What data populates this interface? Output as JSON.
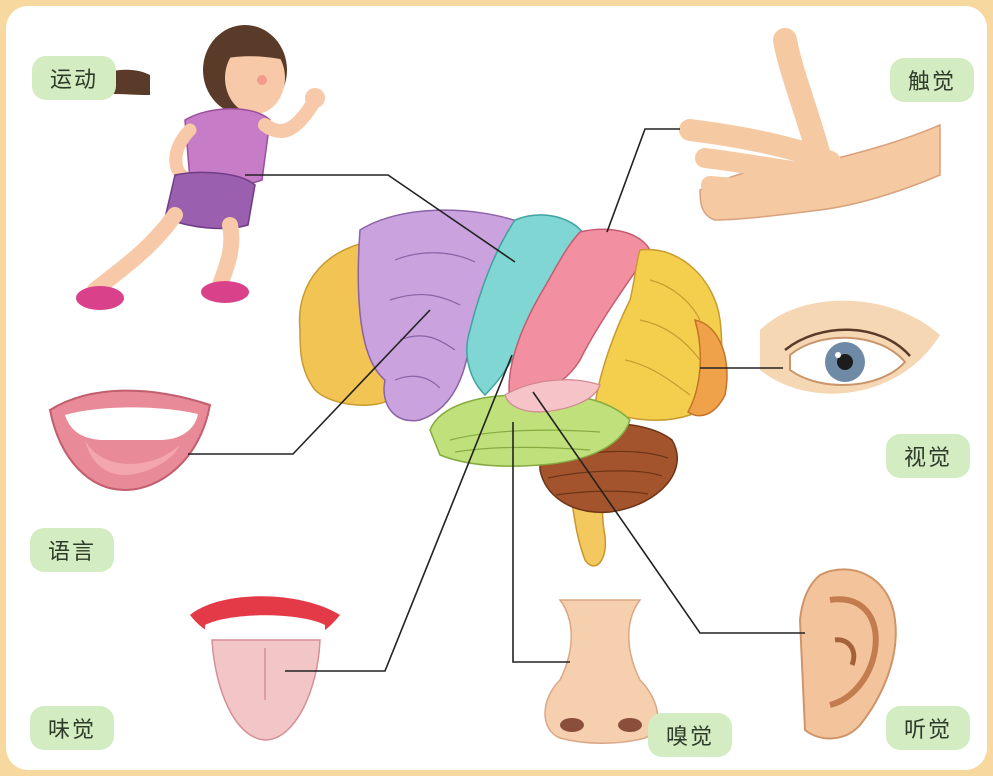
{
  "labels": {
    "movement": "运动",
    "touch": "触觉",
    "vision": "视觉",
    "language": "语言",
    "taste": "味觉",
    "smell": "嗅觉",
    "hearing": "听觉"
  }
}
